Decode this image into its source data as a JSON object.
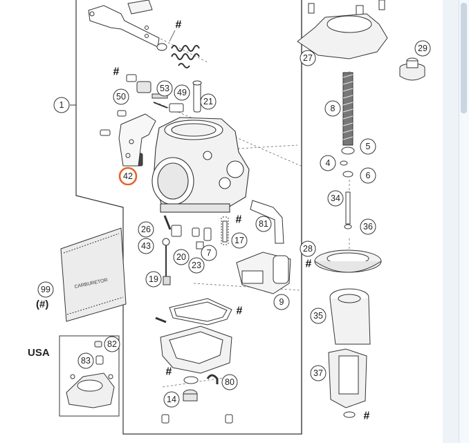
{
  "diagram": {
    "frame_number": "1",
    "usa_label": "USA",
    "hash_symbol": "#",
    "paren_hash": "(#)",
    "highlight_color": "#e8622a",
    "line_color": "#333333",
    "bag_label": "CARBURETOR",
    "callouts": {
      "c1": "1",
      "c4": "4",
      "c5": "5",
      "c6": "6",
      "c7": "7",
      "c8": "8",
      "c9": "9",
      "c14": "14",
      "c17": "17",
      "c19": "19",
      "c20": "20",
      "c21": "21",
      "c23": "23",
      "c26": "26",
      "c27": "27",
      "c28": "28",
      "c29": "29",
      "c34": "34",
      "c35": "35",
      "c36": "36",
      "c37": "37",
      "c42": "42",
      "c43": "43",
      "c49": "49",
      "c50": "50",
      "c53": "53",
      "c80": "80",
      "c81": "81",
      "c82": "82",
      "c83": "83",
      "c99": "99"
    }
  }
}
